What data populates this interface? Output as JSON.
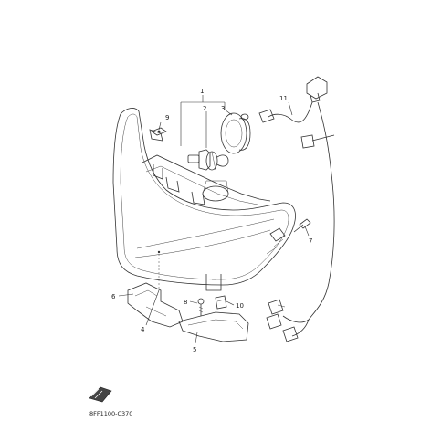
{
  "callouts": {
    "c1": "1",
    "c2": "2",
    "c3": "3",
    "c4": "4",
    "c5": "5",
    "c6": "6",
    "c7": "7",
    "c8": "8",
    "c9": "9",
    "c10": "10",
    "c11": "11"
  },
  "diagram_code": "8FF1100-C370"
}
